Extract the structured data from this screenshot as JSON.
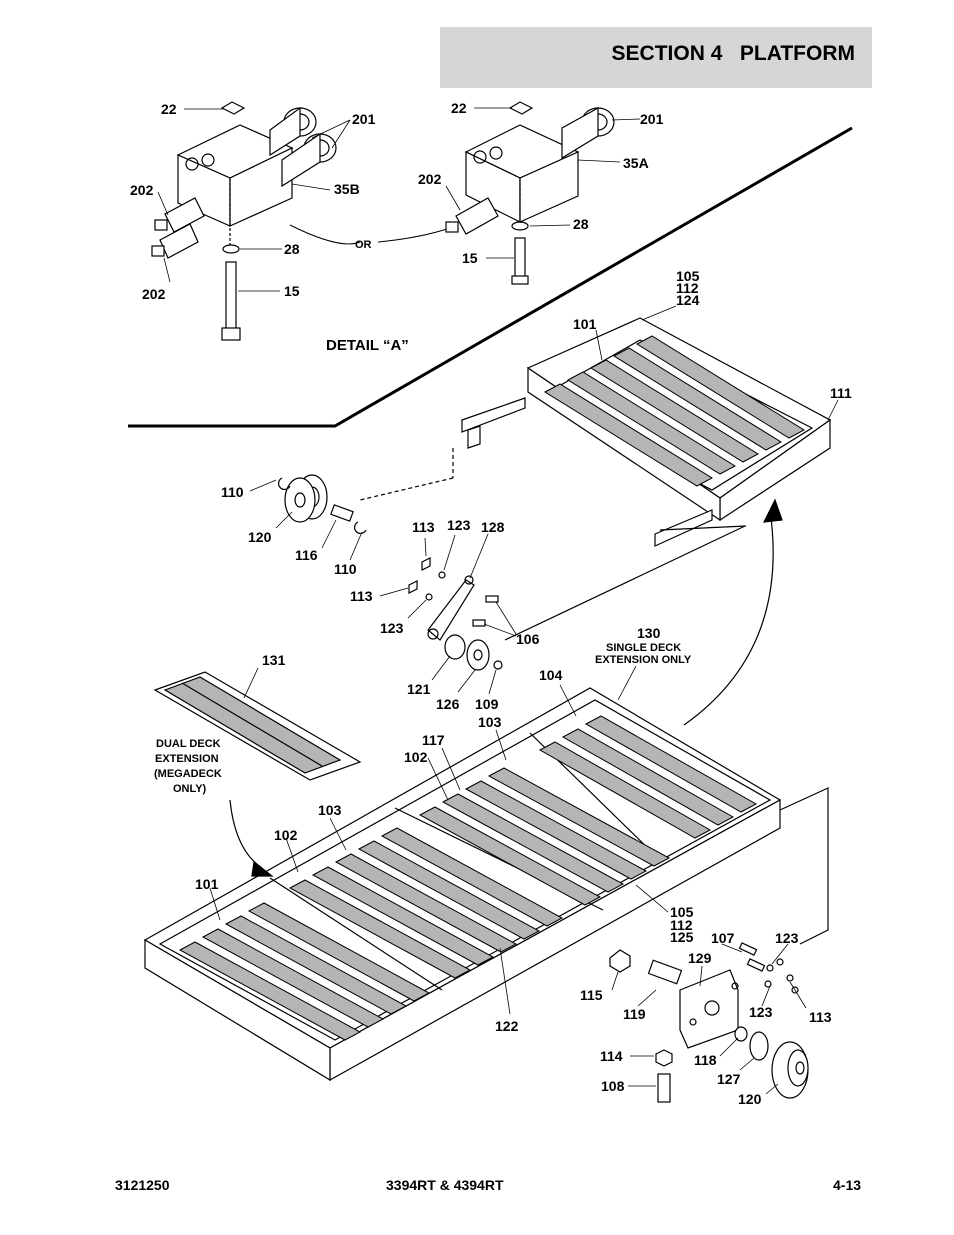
{
  "header": {
    "section_title": "SECTION 4   PLATFORM"
  },
  "footer": {
    "part_number": "3121250",
    "models": "3394RT & 4394RT",
    "page": "4-13"
  },
  "detail_label": "DETAIL “A”",
  "notes": {
    "or": "OR",
    "single_deck_1": "SINGLE DECK",
    "single_deck_2": "EXTENSION ONLY",
    "dual_deck_1": "DUAL DECK",
    "dual_deck_2": "EXTENSION",
    "dual_deck_3": "(MEGADECK",
    "dual_deck_4": "ONLY)"
  },
  "callouts": {
    "c22a": "22",
    "c201a": "201",
    "c202a": "202",
    "c35b": "35B",
    "c28a": "28",
    "c202b": "202",
    "c15a": "15",
    "c22b": "22",
    "c201b": "201",
    "c35a": "35A",
    "c202c": "202",
    "c28b": "28",
    "c15b": "15",
    "c105a": "105",
    "c112a": "112",
    "c124": "124",
    "c101a": "101",
    "c111": "111",
    "c110a": "110",
    "c120a": "120",
    "c116": "116",
    "c110b": "110",
    "c113a": "113",
    "c123a": "123",
    "c128": "128",
    "c113b": "113",
    "c123b": "123",
    "c106": "106",
    "c121": "121",
    "c126": "126",
    "c109": "109",
    "c130": "130",
    "c131": "131",
    "c104": "104",
    "c103a": "103",
    "c117": "117",
    "c102a": "102",
    "c103b": "103",
    "c102b": "102",
    "c101b": "101",
    "c105b": "105",
    "c112b": "112",
    "c125": "125",
    "c107": "107",
    "c123c": "123",
    "c129": "129",
    "c115": "115",
    "c119": "119",
    "c123d": "123",
    "c113c": "113",
    "c114": "114",
    "c118": "118",
    "c127": "127",
    "c120b": "120",
    "c108": "108",
    "c122": "122"
  }
}
